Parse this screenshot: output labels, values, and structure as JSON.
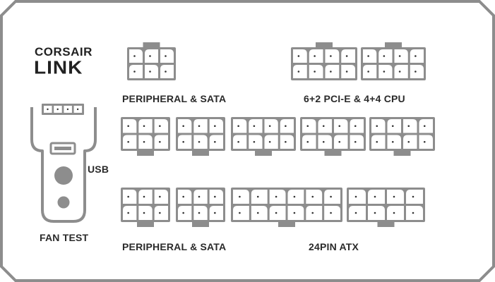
{
  "brand": {
    "line1": "CORSAIR",
    "line2": "LINK"
  },
  "labels": {
    "peripheral_sata_top": "PERIPHERAL & SATA",
    "pcie_cpu": "6+2 PCI-E & 4+4 CPU",
    "usb": "USB",
    "fan_test": "FAN TEST",
    "peripheral_sata_bottom": "PERIPHERAL & SATA",
    "atx_24pin": "24PIN ATX"
  },
  "colors": {
    "outline": "#8d8d8d",
    "pin_fill": "#ffffff",
    "tab": "#8d8d8d",
    "text": "#2a2a2a",
    "knob": "#8d8d8d"
  },
  "connectors": [
    {
      "name": "peripheral-sata-top-connector",
      "cols": 3,
      "rows": 2,
      "tab": "top"
    },
    {
      "name": "pcie-cpu-connector-1",
      "cols": 4,
      "rows": 2,
      "tab": "top"
    },
    {
      "name": "pcie-cpu-connector-2",
      "cols": 4,
      "rows": 2,
      "tab": "top"
    },
    {
      "name": "middle-connector-1",
      "cols": 3,
      "rows": 2,
      "tab": "bottom"
    },
    {
      "name": "middle-connector-2",
      "cols": 3,
      "rows": 2,
      "tab": "bottom"
    },
    {
      "name": "middle-connector-3",
      "cols": 4,
      "rows": 2,
      "tab": "bottom"
    },
    {
      "name": "middle-connector-4",
      "cols": 4,
      "rows": 2,
      "tab": "bottom"
    },
    {
      "name": "middle-connector-5",
      "cols": 4,
      "rows": 2,
      "tab": "bottom"
    },
    {
      "name": "peripheral-sata-bottom-connector-1",
      "cols": 3,
      "rows": 2,
      "tab": "bottom"
    },
    {
      "name": "peripheral-sata-bottom-connector-2",
      "cols": 3,
      "rows": 2,
      "tab": "bottom"
    },
    {
      "name": "atx-24pin-connector-main",
      "cols": 6,
      "rows": 2,
      "tab": "bottom"
    },
    {
      "name": "atx-24pin-connector-side",
      "cols": 4,
      "rows": 2,
      "tab": "bottom"
    }
  ],
  "fan_connector": {
    "pins": 4
  }
}
